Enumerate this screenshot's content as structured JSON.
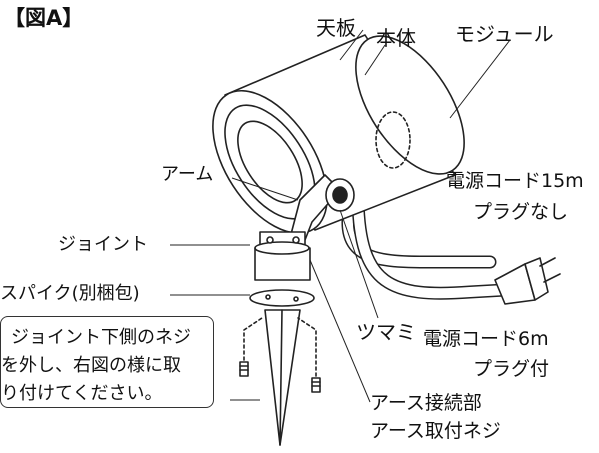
{
  "figure": {
    "label": "【図A】"
  },
  "labels": {
    "top_plate": "天板",
    "body": "本体",
    "module": "モジュール",
    "arm": "アーム",
    "joint": "ジョイント",
    "spike": "スパイク(別梱包)",
    "knob": "ツマミ",
    "cord_15m_a": "電源コード15m",
    "cord_15m_b": "プラグなし",
    "cord_6m_a": "電源コード6m",
    "cord_6m_b": "プラグ付",
    "earth_1": "アース接続部",
    "earth_2": "アース取付ネジ"
  },
  "note": {
    "lines": [
      "ジョイント下側のネジ",
      "を外し、右図の様に取",
      "り付けてください。"
    ]
  }
}
